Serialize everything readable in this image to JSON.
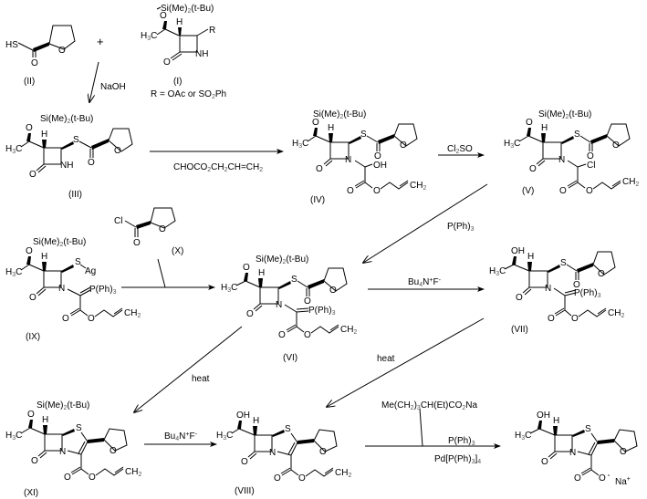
{
  "diagram": {
    "title": "Synthesis scheme of penem sodium salt with tetrahydrofuranyl substituent",
    "compounds": {
      "II": {
        "label": "(II)",
        "groups": {
          "thiol": "HS",
          "carbonyl_o": "O",
          "ring_o": "O"
        }
      },
      "I": {
        "label": "(I)",
        "silyl": "Si(Me)",
        "silyl_sub": "2",
        "silyl_tail": "(t-Bu)",
        "o": "O",
        "h": "H",
        "methyl": "H",
        "methyl_sub": "3",
        "methyl_c": "C",
        "r": "R",
        "nh": "NH",
        "carbonyl_o": "O",
        "note": "R = OAc or SO",
        "note_sub": "2",
        "note_tail": "Ph"
      },
      "III": {
        "label": "(III)",
        "nh": "NH",
        "s": "S"
      },
      "IV": {
        "label": "(IV)",
        "oh": "OH",
        "n": "N",
        "s": "S",
        "ch2": "CH",
        "ch2_sub": "2"
      },
      "V": {
        "label": "(V)",
        "cl": "Cl",
        "n": "N",
        "s": "S"
      },
      "IX": {
        "label": "(IX)",
        "sag": "S",
        "ag": "Ag",
        "pph3": "P(Ph)",
        "pph3_sub": "3"
      },
      "X": {
        "label": "(X)",
        "cl": "Cl"
      },
      "VI": {
        "label": "(VI)"
      },
      "VII": {
        "label": "(VII)",
        "oh": "OH"
      },
      "XI": {
        "label": "(XI)"
      },
      "VIII": {
        "label": "(VIII)"
      },
      "product": {
        "anion": "O",
        "charge": "-",
        "cation": "Na",
        "cation_charge": "+"
      }
    },
    "plus_sign": "+",
    "reagents": {
      "naoh": "NaOH",
      "glyoxylate_pre": "CHOCO",
      "glyoxylate_s1": "2",
      "glyoxylate_mid": "CH",
      "glyoxylate_s2": "2",
      "glyoxylate_mid2": "CH=CH",
      "glyoxylate_s3": "2",
      "thionyl_pre": "Cl",
      "thionyl_sub": "2",
      "thionyl_tail": "SO",
      "pph3_pre": "P(Ph)",
      "pph3_sub": "3",
      "tbaf_pre": "Bu",
      "tbaf_sub": "4",
      "tbaf_mid": "N",
      "tbaf_sup1": "+",
      "tbaf_f": "F",
      "tbaf_sup2": "-",
      "heat": "heat",
      "ethylhex_pre": "Me(CH",
      "ethylhex_s1": "2",
      "ethylhex_mid": ")",
      "ethylhex_s2": "3",
      "ethylhex_tail": "CH(Et)CO",
      "ethylhex_s3": "2",
      "ethylhex_end": "Na",
      "pd_pre": "Pd[P(Ph)",
      "pd_s1": "3",
      "pd_mid": "]",
      "pd_s2": "4"
    }
  }
}
